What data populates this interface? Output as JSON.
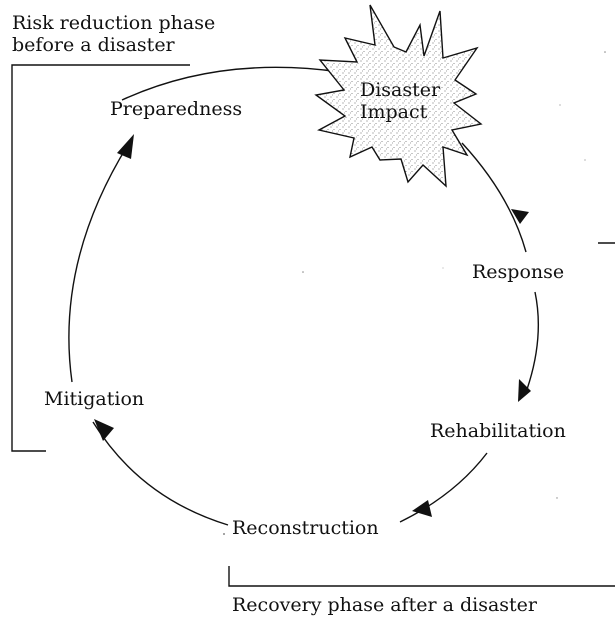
{
  "diagram": {
    "title_top": [
      "Risk reduction phase",
      "before a disaster"
    ],
    "title_bottom": "Recovery phase after a disaster",
    "impact": [
      "Disaster",
      "Impact"
    ],
    "stages": {
      "preparedness": "Preparedness",
      "response": "Response",
      "rehabilitation": "Rehabilitation",
      "reconstruction": "Reconstruction",
      "mitigation": "Mitigation"
    }
  }
}
